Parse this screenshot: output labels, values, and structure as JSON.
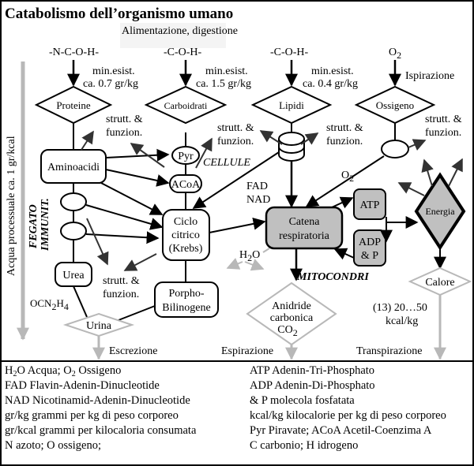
{
  "title": "Catabolismo dell’organismo umano",
  "subtitle": "Alimentazione, digestione",
  "inputs": {
    "proteins_formula": "-N-C-O-H-",
    "carbs_formula": "-C-O-H-",
    "lipids_formula": "-C-O-H-",
    "oxygen_formula": "O",
    "oxygen_sub": "2"
  },
  "minimums": {
    "proteins_line1": "min.esist.",
    "proteins_line2": "ca. 0.7 gr/kg",
    "carbs_line1": "min.esist.",
    "carbs_line2": "ca. 1.5 gr/kg",
    "lipids_line1": "min.esist.",
    "lipids_line2": "ca. 0.4 gr/kg",
    "oxygen_label": "Ispirazione"
  },
  "nodes": {
    "proteine": "Proteine",
    "carboidrati": "Carboidrati",
    "lipidi": "Lipidi",
    "ossigeno": "Ossigeno",
    "aminoacidi": "Aminoacidi",
    "pyr": "Pyr",
    "acoa": "ACoA",
    "ciclo_1": "Ciclo",
    "ciclo_2": "citrico",
    "ciclo_3": "(Krebs)",
    "catena_1": "Catena",
    "catena_2": "respiratoria",
    "atp": "ATP",
    "adp_1": "ADP",
    "adp_2": "& P",
    "energia": "Energia",
    "urea": "Urea",
    "porpho_1": "Porpho-",
    "porpho_2": "Bilinogene",
    "urina": "Urina",
    "anidride_1": "Anidride",
    "anidride_2": "carbonica",
    "anidride_3": "CO",
    "anidride_sub": "2",
    "calore": "Calore"
  },
  "labels": {
    "strutt": "strutt. &",
    "funzion": "funzion.",
    "cellule": "CELLULE",
    "mitocondri": "MITOCONDRI",
    "fegato": "FEGATO",
    "immunit": "IMMUNIT.",
    "fad": "FAD",
    "nad": "NAD",
    "o2": "O",
    "o2_sub": "2",
    "h2o_h": "H",
    "h2o_sub": "2",
    "h2o_o": "O",
    "ocn_1": "OCN",
    "ocn_sub1": "2",
    "ocn_2": "H",
    "ocn_sub2": "4",
    "acqua": "Acqua processuale ca. 1 gr/kcal",
    "heat_1": "(13) 20…50",
    "heat_2": "kcal/kg",
    "escrezione": "Escrezione",
    "espirazione": "Espirazione",
    "transpirazione": "Transpirazione"
  },
  "legend": {
    "left": [
      {
        "pre": "H",
        "sub": "2",
        "post": "O Acqua; O",
        "sub2": "2",
        "post2": " Ossigeno"
      },
      {
        "pre": "FAD Flavin-Adenin-Dinucleotide"
      },
      {
        "pre": "NAD Nicotinamid-Adenin-Dinucleotide"
      },
      {
        "pre": "gr/kg grammi per kg di peso corporeo"
      },
      {
        "pre": "gr/kcal grammi per kilocaloria consumata"
      },
      {
        "pre": "N azoto; O ossigeno;"
      }
    ],
    "right": [
      "ATP Adenin-Tri-Phosphato",
      "ADP Adenin-Di-Phosphato",
      "& P molecola fosfatata",
      "kcal/kg kilocalorie per kg di peso corporeo",
      "Pyr Piravate; ACoA Acetil-Coenzima A",
      "C carbonio; H idrogeno"
    ]
  },
  "colors": {
    "stroke": "#000000",
    "grey_fill": "#c0c0c0",
    "grey_line": "#b8b8b8",
    "dark_arrow": "#333333"
  }
}
